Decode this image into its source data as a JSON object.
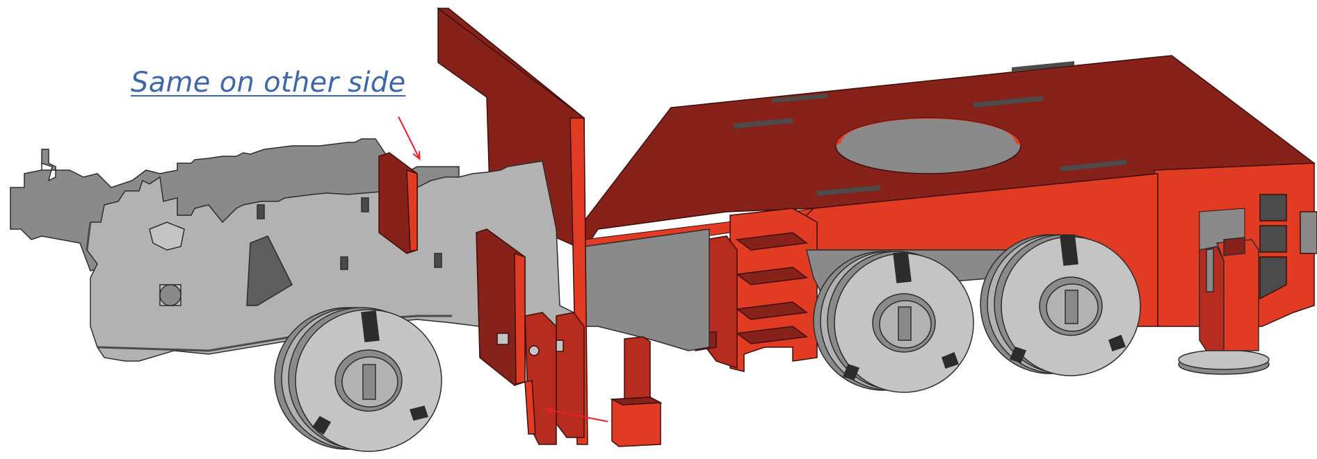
{
  "annotation": {
    "text": "Same on other side"
  },
  "colors": {
    "red_light": "#e23b23",
    "red_dark": "#86221a",
    "red_mid": "#b62c1e",
    "grey_light": "#c4c4c4",
    "grey_mid": "#8a8a8a",
    "grey_dark": "#4b4b4b",
    "arrow": "#e8202a",
    "text_blue": "#3e66ad"
  },
  "icons": {
    "pointer_top": "red-arrow",
    "pointer_bottom": "red-arrow"
  }
}
